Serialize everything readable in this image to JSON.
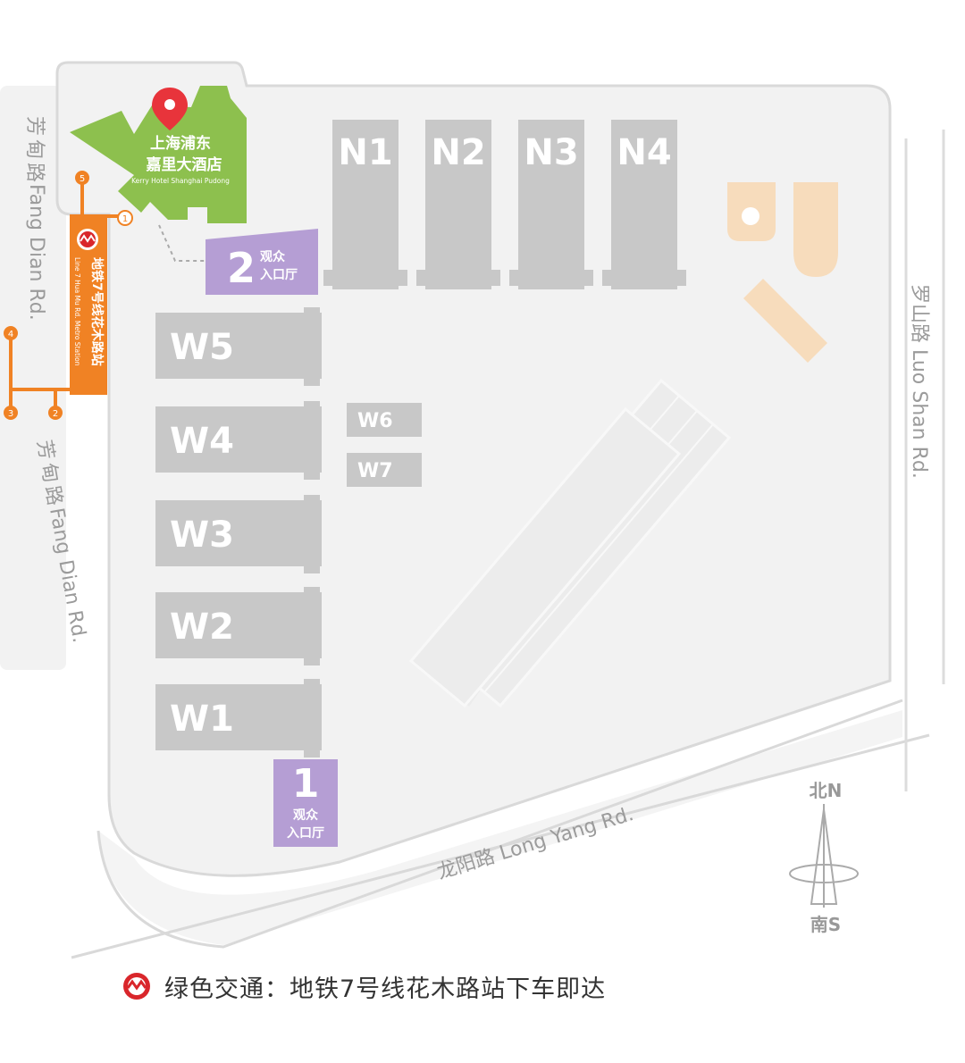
{
  "hotel": {
    "name_line1": "上海浦东",
    "name_line2": "嘉里大酒店",
    "name_en": "Kerry Hotel Shanghai Pudong"
  },
  "halls_north": [
    "N1",
    "N2",
    "N3",
    "N4"
  ],
  "halls_west": [
    "W5",
    "W4",
    "W3",
    "W2",
    "W1"
  ],
  "halls_small": [
    "W6",
    "W7"
  ],
  "entrance_2": {
    "number": "2",
    "line1": "观众",
    "line2": "入口厅"
  },
  "entrance_1": {
    "number": "1",
    "line1": "观众",
    "line2": "入口厅"
  },
  "metro": {
    "station_cn": "地铁7号线花木路站",
    "station_en": "Line 7 Hua Mu Rd. Metro Station",
    "exits": [
      "1",
      "2",
      "3",
      "4",
      "5"
    ]
  },
  "roads": {
    "fang_dian_top_cn": "芳甸路",
    "fang_dian_top_en": "Fang Dian Rd.",
    "fang_dian_bottom_cn": "芳甸路",
    "fang_dian_bottom_en": "Fang Dian Rd.",
    "luo_shan": "罗山路 Luo Shan Rd.",
    "long_yang": "龙阳路 Long Yang Rd."
  },
  "compass": {
    "north": "北N",
    "south": "南S"
  },
  "legend": {
    "text": "绿色交通：地铁7号线花木路站下车即达"
  },
  "colors": {
    "hall": "#c8c8c8",
    "venue_ground": "#f2f2f2",
    "road_line": "#d9d9d9",
    "hotel_green": "#8dc04e",
    "entrance_purple": "#b59ed4",
    "metro_orange": "#f08224",
    "metro_red": "#d9262b",
    "beige": "#f7dcbc",
    "pin_red": "#e8343b"
  }
}
